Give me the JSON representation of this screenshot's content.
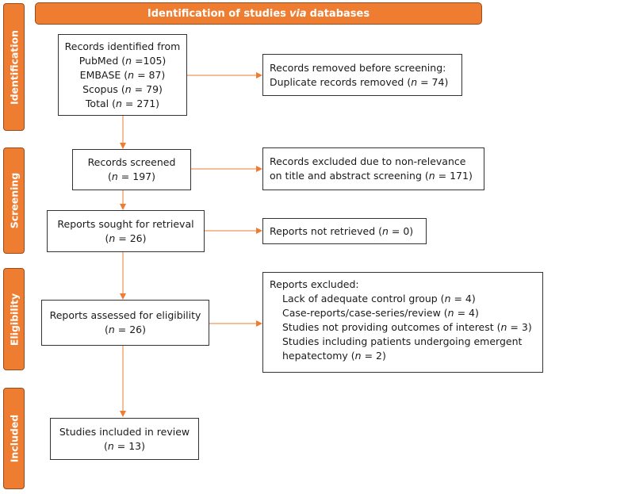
{
  "banner": {
    "title_before": "Identification of studies",
    "title_italic": "via",
    "title_after": "databases"
  },
  "stages": {
    "identification": "Identification",
    "screening": "Screening",
    "eligibility": "Eligibility",
    "included": "Included"
  },
  "boxes": {
    "records_identified": {
      "line1": "Records identified from",
      "pubmed_label": "PubMed (",
      "pubmed_value": " =105)",
      "embase_label": "EMBASE (",
      "embase_value": " =  87)",
      "scopus_label": "Scopus (",
      "scopus_value": " = 79)",
      "total_label": "Total (",
      "total_value": " = 271)"
    },
    "records_removed": {
      "line1": "Records removed before screening:",
      "line2_label": "Duplicate records removed  (",
      "line2_value": " = 74)"
    },
    "records_screened": {
      "line1": "Records screened",
      "count_prefix": "(",
      "count_value": " = 197)"
    },
    "records_excluded": {
      "line1": "Records excluded due to non-relevance",
      "line2_label": "on title and abstract screening (",
      "line2_value": " = 171)"
    },
    "reports_sought": {
      "line1": "Reports sought for retrieval",
      "count_prefix": "(",
      "count_value": " = 26)"
    },
    "reports_not_retrieved": {
      "label": "Reports not retrieved (",
      "value": " = 0)"
    },
    "reports_assessed": {
      "line1": "Reports assessed for eligibility",
      "count_prefix": "(",
      "count_value": " = 26)"
    },
    "reports_excluded": {
      "heading": "Reports excluded:",
      "r1_label": "Lack of adequate control group (",
      "r1_value": " = 4)",
      "r2_label": "Case-reports/case-series/review (",
      "r2_value": " = 4)",
      "r3_label": "Studies not providing outcomes of interest (",
      "r3_value": " = 3)",
      "r4_line1": "Studies including patients undergoing emergent",
      "r4_label": "hepatectomy (",
      "r4_value": " = 2)"
    },
    "studies_included": {
      "line1": "Studies included in review",
      "count_prefix": "(",
      "count_value": " = 13)"
    }
  },
  "n_symbol": "n",
  "colors": {
    "accent": "#ee7d31",
    "accent_border": "#9a4c18",
    "arrow": "#ee7d31",
    "box_border": "#333333"
  }
}
